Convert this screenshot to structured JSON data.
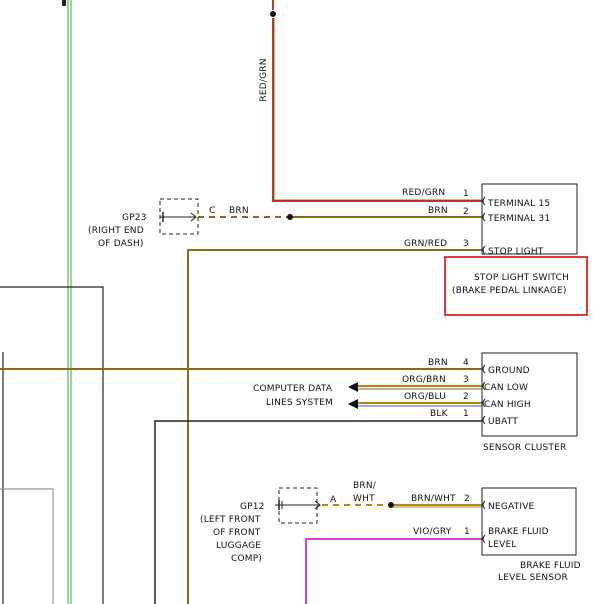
{
  "colors": {
    "red_grn": "#c0392b",
    "brn": "#8b6914",
    "grn_red": "#8a6d1a",
    "org_wire": "#b8860b",
    "blk": "#222222",
    "vio": "#d83bd8",
    "green": "#33aa33",
    "gray": "#999999",
    "highlight": "#e03c3c"
  },
  "top_wire": {
    "label": "RED/GRN"
  },
  "stop_light_switch": {
    "terminals": [
      "TERMINAL 15",
      "TERMINAL 31",
      "STOP LIGHT"
    ],
    "name_line1": "STOP LIGHT SWITCH",
    "name_line2": "(BRAKE PEDAL LINKAGE)"
  },
  "switch_wires": [
    {
      "label": "RED/GRN",
      "pin": "1"
    },
    {
      "label": "BRN",
      "pin": "2"
    },
    {
      "label": "GRN/RED",
      "pin": "3"
    }
  ],
  "gp23": {
    "name": "GP23",
    "desc1": "(RIGHT END",
    "desc2": "OF DASH)",
    "conn": "C",
    "wire": "BRN"
  },
  "sensor_cluster": {
    "terminals": [
      "GROUND",
      "CAN LOW",
      "CAN HIGH",
      "UBATT"
    ],
    "name": "SENSOR CLUSTER"
  },
  "sensor_wires": [
    {
      "label": "BRN",
      "pin": "4"
    },
    {
      "label": "ORG/BRN",
      "pin": "3"
    },
    {
      "label": "ORG/BLU",
      "pin": "2"
    },
    {
      "label": "BLK",
      "pin": "1"
    }
  ],
  "computer_data": {
    "line1": "COMPUTER DATA",
    "line2": "LINES SYSTEM"
  },
  "gp12": {
    "name": "GP12",
    "desc1": "(LEFT FRONT",
    "desc2": "OF FRONT",
    "desc3": "LUGGAGE",
    "desc4": "COMP)",
    "conn": "A",
    "wire_line1": "BRN/",
    "wire_line2": "WHT"
  },
  "brake_fluid_sensor": {
    "terminals": [
      "NEGATIVE",
      "BRAKE FLUID",
      "LEVEL"
    ],
    "name_line1": "BRAKE FLUID",
    "name_line2": "LEVEL SENSOR"
  },
  "brake_wires": [
    {
      "label": "BRN/WHT",
      "pin": "2"
    },
    {
      "label": "VIO/GRY",
      "pin": "1"
    }
  ]
}
